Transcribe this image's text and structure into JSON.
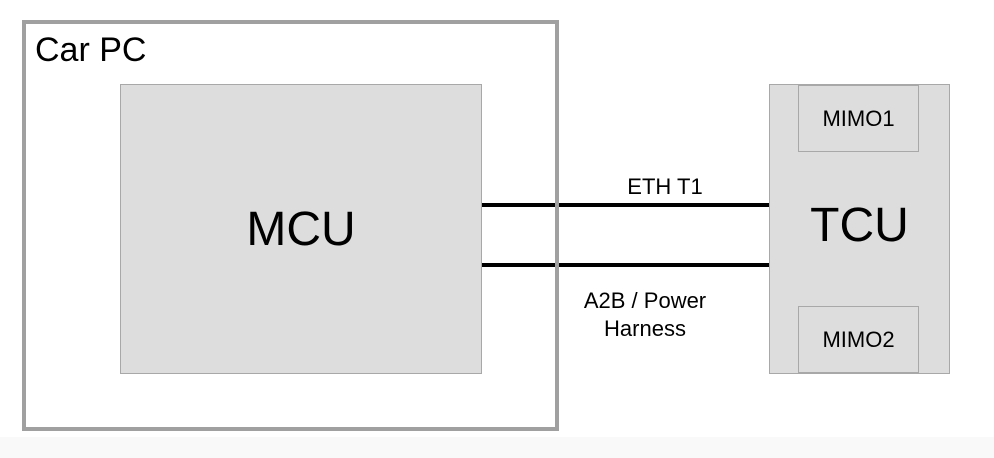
{
  "diagram": {
    "container": {
      "label": "Car PC"
    },
    "nodes": [
      {
        "id": "mcu",
        "label": "MCU"
      },
      {
        "id": "tcu",
        "label": "TCU",
        "children": [
          {
            "id": "mimo1",
            "label": "MIMO1"
          },
          {
            "id": "mimo2",
            "label": "MIMO2"
          }
        ]
      }
    ],
    "connections": [
      {
        "from": "mcu",
        "to": "tcu",
        "label": "ETH T1"
      },
      {
        "from": "mcu",
        "to": "tcu",
        "label": "A2B / Power Harness",
        "label_lines": [
          "A2B / Power",
          "Harness"
        ]
      }
    ]
  },
  "colors": {
    "container_border": "#a0a0a0",
    "node_fill": "#dddddd",
    "node_border": "#a8a8a8",
    "wire": "#000000",
    "footer": "#f9f9f9"
  }
}
